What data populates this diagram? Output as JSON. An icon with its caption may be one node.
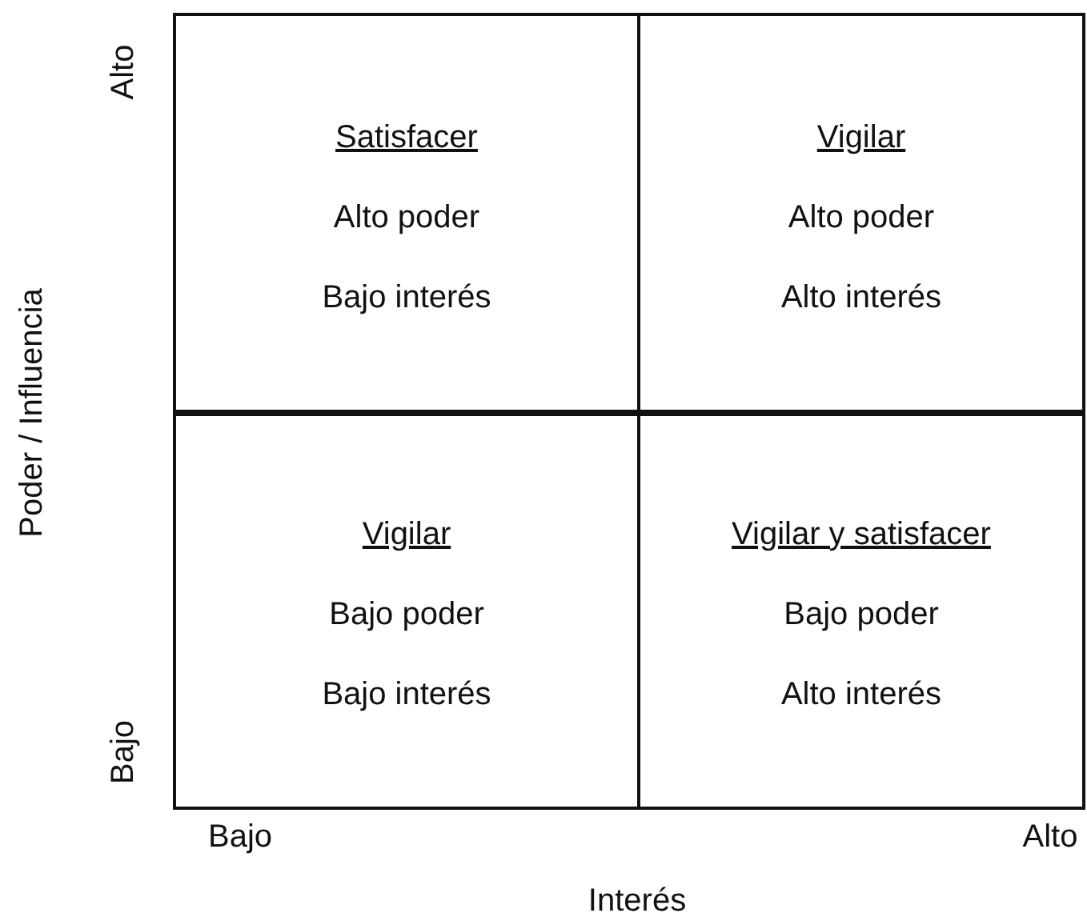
{
  "diagram": {
    "nodes": [
      {
        "text": [
          "Satisfacer",
          "Alto poder",
          "Bajo interés"
        ]
      },
      {
        "text": [
          "Vigilar",
          "Alto poder",
          "Alto interés"
        ]
      },
      {
        "text": [
          "Vigilar",
          "Bajo poder",
          "Bajo interés"
        ]
      },
      {
        "text": [
          "Vigilar y satisfacer",
          "Bajo poder",
          "Alto interés"
        ]
      }
    ],
    "edges": [],
    "labels": [
      "Alto",
      "Poder / Influencia",
      "Bajo",
      "Bajo",
      "Alto",
      "Interés"
    ]
  }
}
